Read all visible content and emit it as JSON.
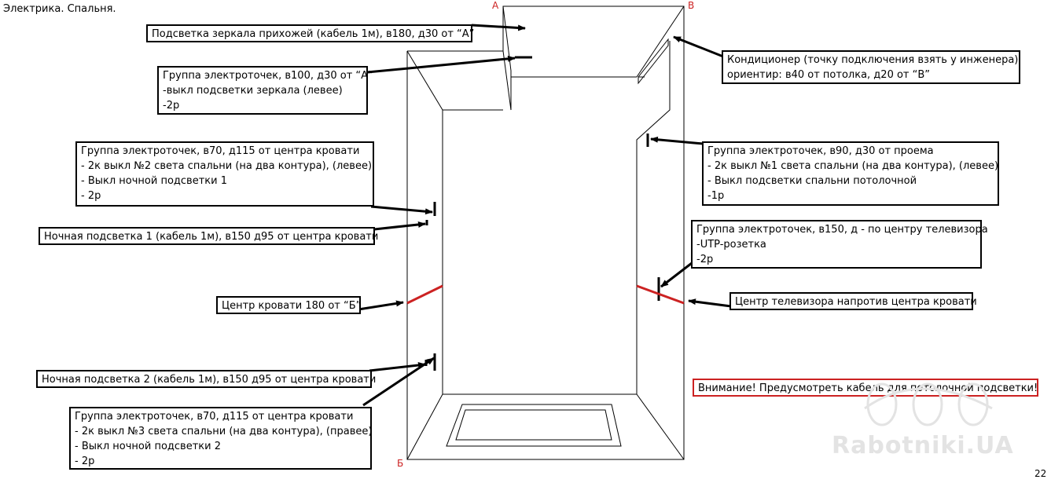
{
  "header": {
    "title": "Электрика. Спальня."
  },
  "corners": {
    "a": "А",
    "b": "Б",
    "v": "В"
  },
  "callouts": {
    "mirror_light": "Подсветка зеркала прихожей (кабель 1м), в180, д30 от “А”",
    "group_mirror": [
      "Группа электроточек, в100, д30 от “А”",
      "-выкл подсветки зеркала (левее)",
      "-2р"
    ],
    "conditioner": [
      "Кондиционер (точку подключения взять у инженера)",
      "ориентир: в40 от потолка, д20 от “В”"
    ],
    "group_left_top": [
      "Группа электроточек, в70, д115 от центра кровати",
      "- 2к выкл №2 света спальни (на два контура), (левее)",
      "- Выкл ночной подсветки 1",
      "- 2р"
    ],
    "group_right_top": [
      "Группа электроточек, в90, д30 от проема",
      "- 2к выкл №1 света спальни (на два контура), (левее)",
      "- Выкл подсветки спальни потолочной",
      "-1р"
    ],
    "night_light_1": "Ночная подсветка 1 (кабель 1м), в150 д95 от центра кровати",
    "group_tv": [
      "Группа электроточек, в150, д - по центру телевизора",
      "-UTP-розетка",
      "-2р"
    ],
    "bed_center": "Центр кровати 180 от “Б”",
    "tv_center": "Центр телевизора напротив центра кровати",
    "night_light_2": "Ночная подсветка 2 (кабель 1м), в150 д95 от центра кровати",
    "warning": "Внимание! Предусмотреть кабель для потолочной подсветки!",
    "group_left_bottom": [
      "Группа электроточек, в70, д115 от центра кровати",
      "- 2к выкл №3 света спальни (на два контура), (правее)",
      "- Выкл ночной подсветки 2",
      "- 2р"
    ]
  },
  "watermark": "Rabotniki.UA",
  "page_number": "22",
  "colors": {
    "accent_red": "#cc2222",
    "line": "#000000"
  }
}
